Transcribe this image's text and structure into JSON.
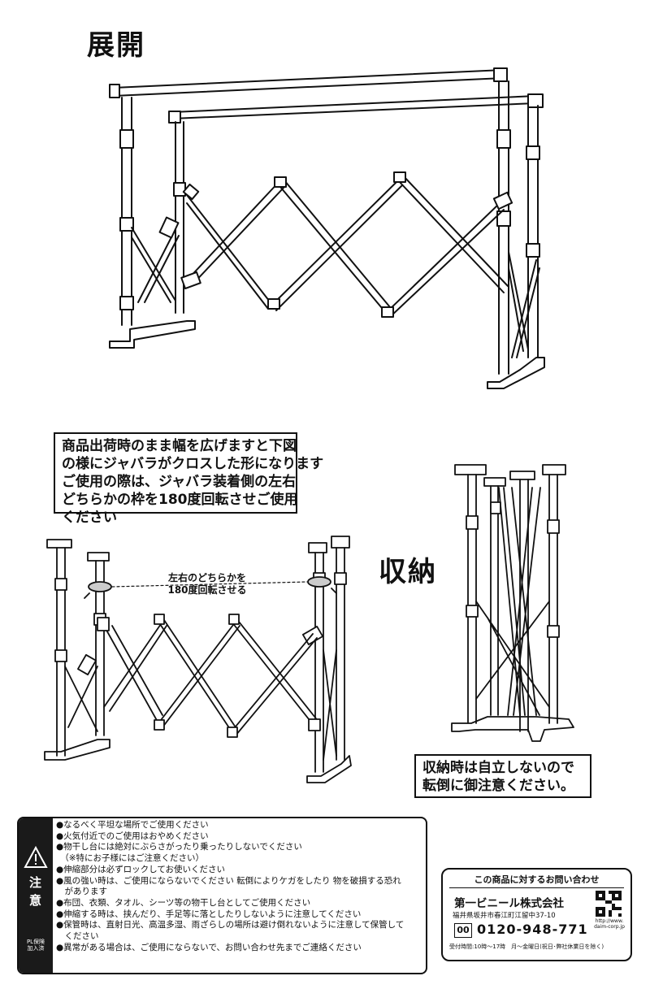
{
  "sections": {
    "expand_title": "展開",
    "storage_title": "収納"
  },
  "notes": {
    "expand_note": [
      "商品出荷時のまま幅を広げますと下図",
      "の様にジャバラがクロスした形になります",
      "ご使用の際は、ジャバラ装着側の左右",
      "どちらかの枠を180度回転させご使用",
      "ください"
    ],
    "rotate_label": [
      "左右のどちらかを",
      "180度回転させる"
    ],
    "storage_note": [
      "収納時は自立しないので",
      "転倒に御注意ください。"
    ]
  },
  "caution": {
    "heading": "注意",
    "pl_label": [
      "PL保険",
      "加入済"
    ],
    "items": [
      "●なるべく平坦な場所でご使用ください",
      "●火気付近でのご使用はおやめください",
      "●物干し台には絶対にぶらさがったり乗ったりしないでください",
      "　（※特にお子様にはご注意ください）",
      "●伸縮部分は必ずロックしてお使いください",
      "●風の強い時は、ご使用にならないでください 転倒によりケガをしたり 物を破損する恐れ",
      "　があります",
      "●布団、衣類、タオル、シーツ等の物干し台としてご使用ください",
      "●伸縮する時は、挟んだり、手足等に落としたりしないように注意してください",
      "●保管時は、直射日光、高温多湿、雨ざらしの場所は避け倒れないように注意して保管して",
      "　ください",
      "●異常がある場合は、ご使用にならないで、お問い合わせ先までご連絡ください"
    ]
  },
  "contact": {
    "heading": "この商品に対するお問い合わせ",
    "company": "第一ビニール株式会社",
    "address": "福井県坂井市春江町江留中37-10",
    "freedial_mark": "00",
    "phone": "0120-948-771",
    "hours": "受付時間:10時〜17時　月〜金曜日(祝日･弊社休業日を除く)",
    "qr_caption": [
      "http://www.",
      "daim-corp.jp"
    ]
  }
}
